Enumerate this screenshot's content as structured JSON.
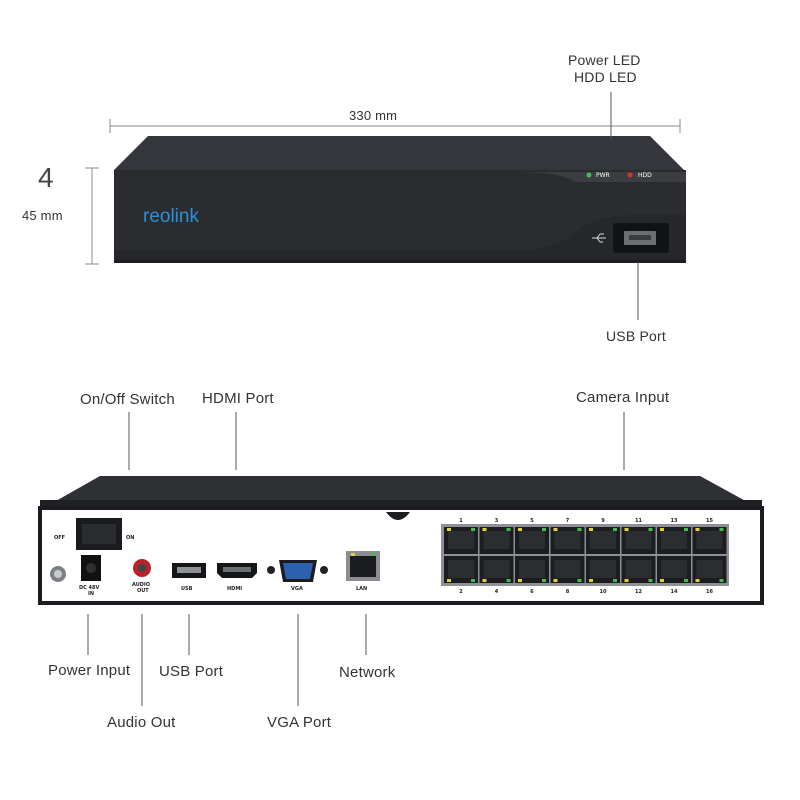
{
  "front": {
    "width_label": "330 mm",
    "height_number": "4",
    "height_label": "45 mm",
    "led_label_1": "Power LED",
    "led_label_2": "HDD LED",
    "usb_label": "USB Port",
    "brand": "reolink",
    "pwr_text": "PWR",
    "hdd_text": "HDD",
    "led_colors": {
      "pwr": "#3fbf4f",
      "hdd": "#d93030"
    },
    "brand_color": "#2e8fd6"
  },
  "rear": {
    "on_off_label": "On/Off Switch",
    "hdmi_label": "HDMI Port",
    "camera_label": "Camera Input",
    "power_label": "Power Input",
    "audio_label": "Audio Out",
    "usb_label": "USB Port",
    "vga_label": "VGA Port",
    "network_label": "Network",
    "panel_text": {
      "off": "OFF",
      "on": "ON",
      "dc_1": "DC 48V",
      "dc_2": "IN",
      "audio_1": "AUDIO",
      "audio_2": "OUT",
      "usb": "USB",
      "hdmi": "HDMI",
      "vga": "VGA",
      "lan": "LAN"
    },
    "port_numbers_top": [
      "1",
      "3",
      "5",
      "7",
      "9",
      "11",
      "13",
      "15"
    ],
    "port_numbers_bottom": [
      "2",
      "4",
      "6",
      "8",
      "10",
      "12",
      "14",
      "16"
    ]
  }
}
